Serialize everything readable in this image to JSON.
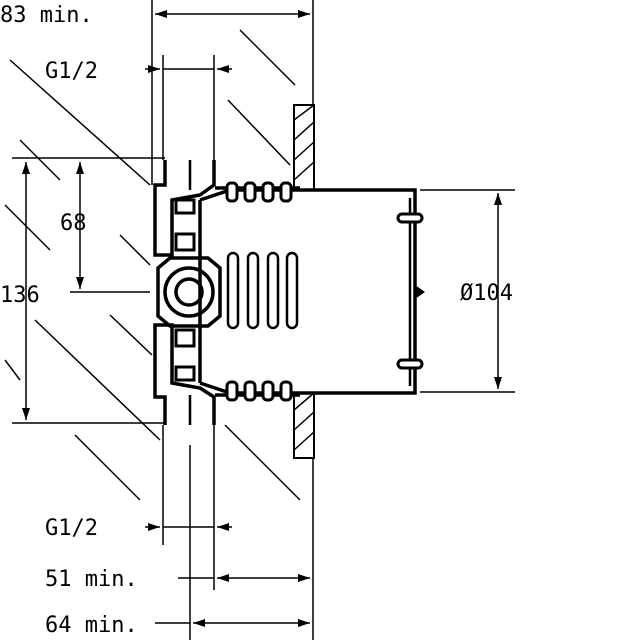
{
  "drawing": {
    "labels": {
      "top_width": "83 min.",
      "top_thread": "G1/2",
      "height_partial": "68",
      "height_total": "136",
      "diameter": "Ø104",
      "bottom_thread": "G1/2",
      "depth_min_1": "51 min.",
      "depth_min_2": "64 min."
    }
  }
}
